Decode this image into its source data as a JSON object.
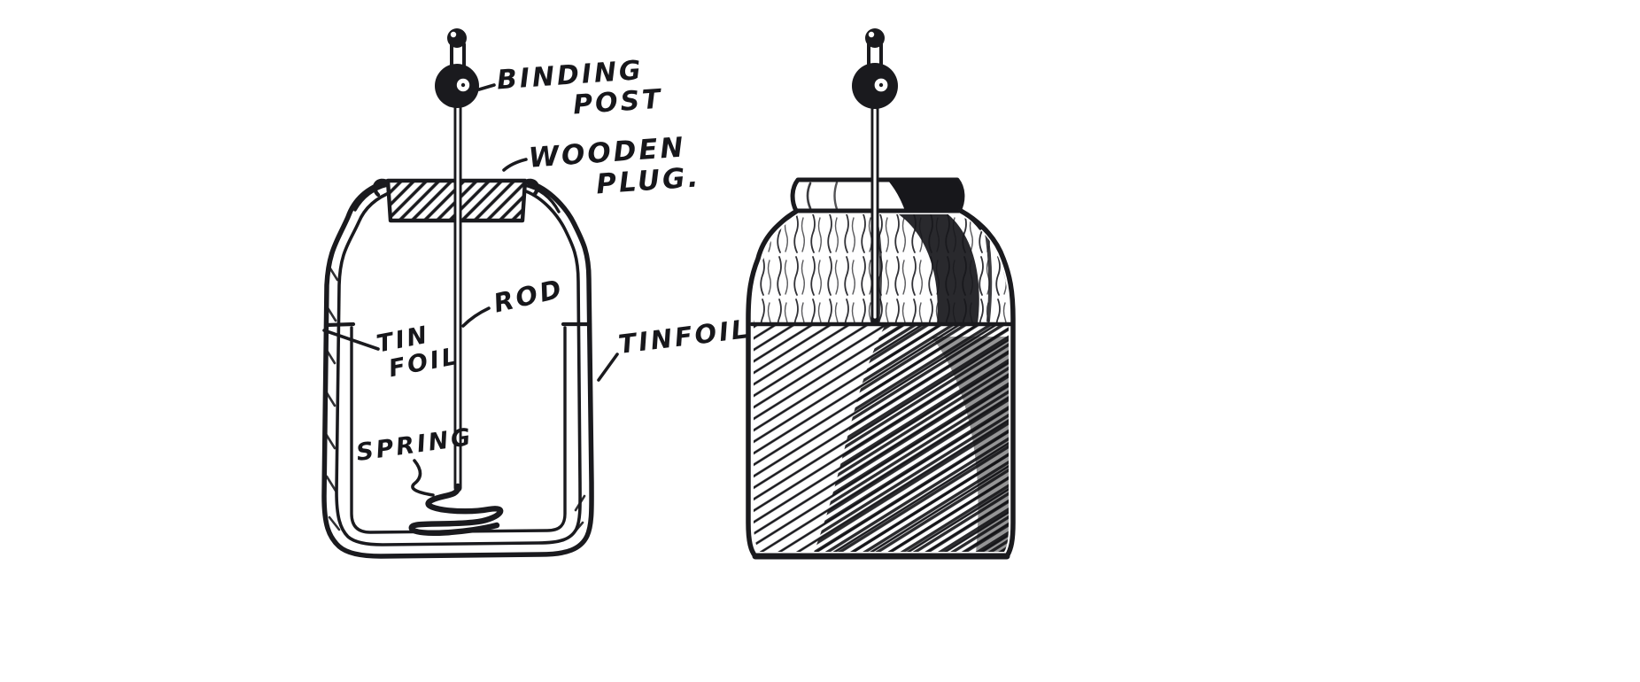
{
  "figure": {
    "ink_color": "#1a1a1e",
    "background_color": "#ffffff",
    "subject": "Leyden jar diagram, cross-section view and external view"
  },
  "labels": {
    "binding_post": {
      "line1": "BINDING",
      "line2": "POST"
    },
    "wooden_plug": {
      "line1": "WOODEN",
      "line2": "PLUG."
    },
    "rod": {
      "text": "ROD"
    },
    "tin_foil": {
      "line1": "TIN",
      "line2": "FOIL"
    },
    "spring": {
      "text": "SPRING"
    },
    "tinfoil": {
      "text": "TINFOIL"
    }
  }
}
